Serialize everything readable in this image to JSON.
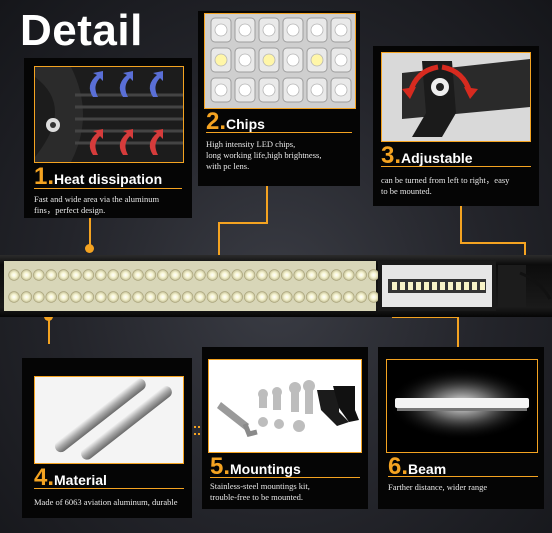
{
  "page": {
    "title": "Detail"
  },
  "features": [
    {
      "number": "1.",
      "label": "Heat dissipation",
      "description": [
        "Fast and wide area via the aluminum",
        "fins，perfect design."
      ]
    },
    {
      "number": "2.",
      "label": "Chips",
      "description": [
        "High intensity LED chips,",
        "long working life,high brightness,",
        "with pc lens."
      ]
    },
    {
      "number": "3.",
      "label": "Adjustable",
      "description": [
        "can be turned from left to right，easy",
        "to be mounted."
      ]
    },
    {
      "number": "4.",
      "label": "Material",
      "description": [
        "Made of 6063 aviation aluminum, durable"
      ]
    },
    {
      "number": "5.",
      "label": "Mountings",
      "description": [
        "Stainless-steel mountings kit,",
        "trouble-free to be mounted."
      ]
    },
    {
      "number": "6.",
      "label": "Beam",
      "description": [
        "Farther distance, wider range"
      ]
    }
  ],
  "colors": {
    "accent": "#f4a321",
    "panel": "#050505",
    "text": "#ffffff"
  }
}
